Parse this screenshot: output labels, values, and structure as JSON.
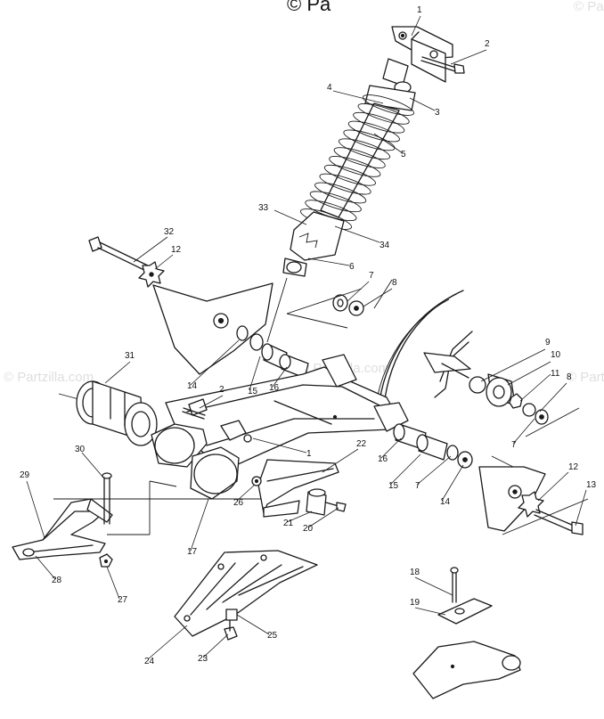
{
  "watermark": {
    "site": "© Partzilla.com",
    "top_fragment": "© Pa"
  },
  "callouts": [
    "1",
    "2",
    "4",
    "3",
    "5",
    "33",
    "34",
    "6",
    "32",
    "12",
    "7",
    "8",
    "31",
    "2",
    "14",
    "15",
    "16",
    "1",
    "9",
    "10",
    "11",
    "8",
    "7",
    "22",
    "16",
    "15",
    "7",
    "14",
    "12",
    "13",
    "30",
    "26",
    "29",
    "21",
    "20",
    "17",
    "28",
    "27",
    "18",
    "19",
    "25",
    "24",
    "23"
  ]
}
